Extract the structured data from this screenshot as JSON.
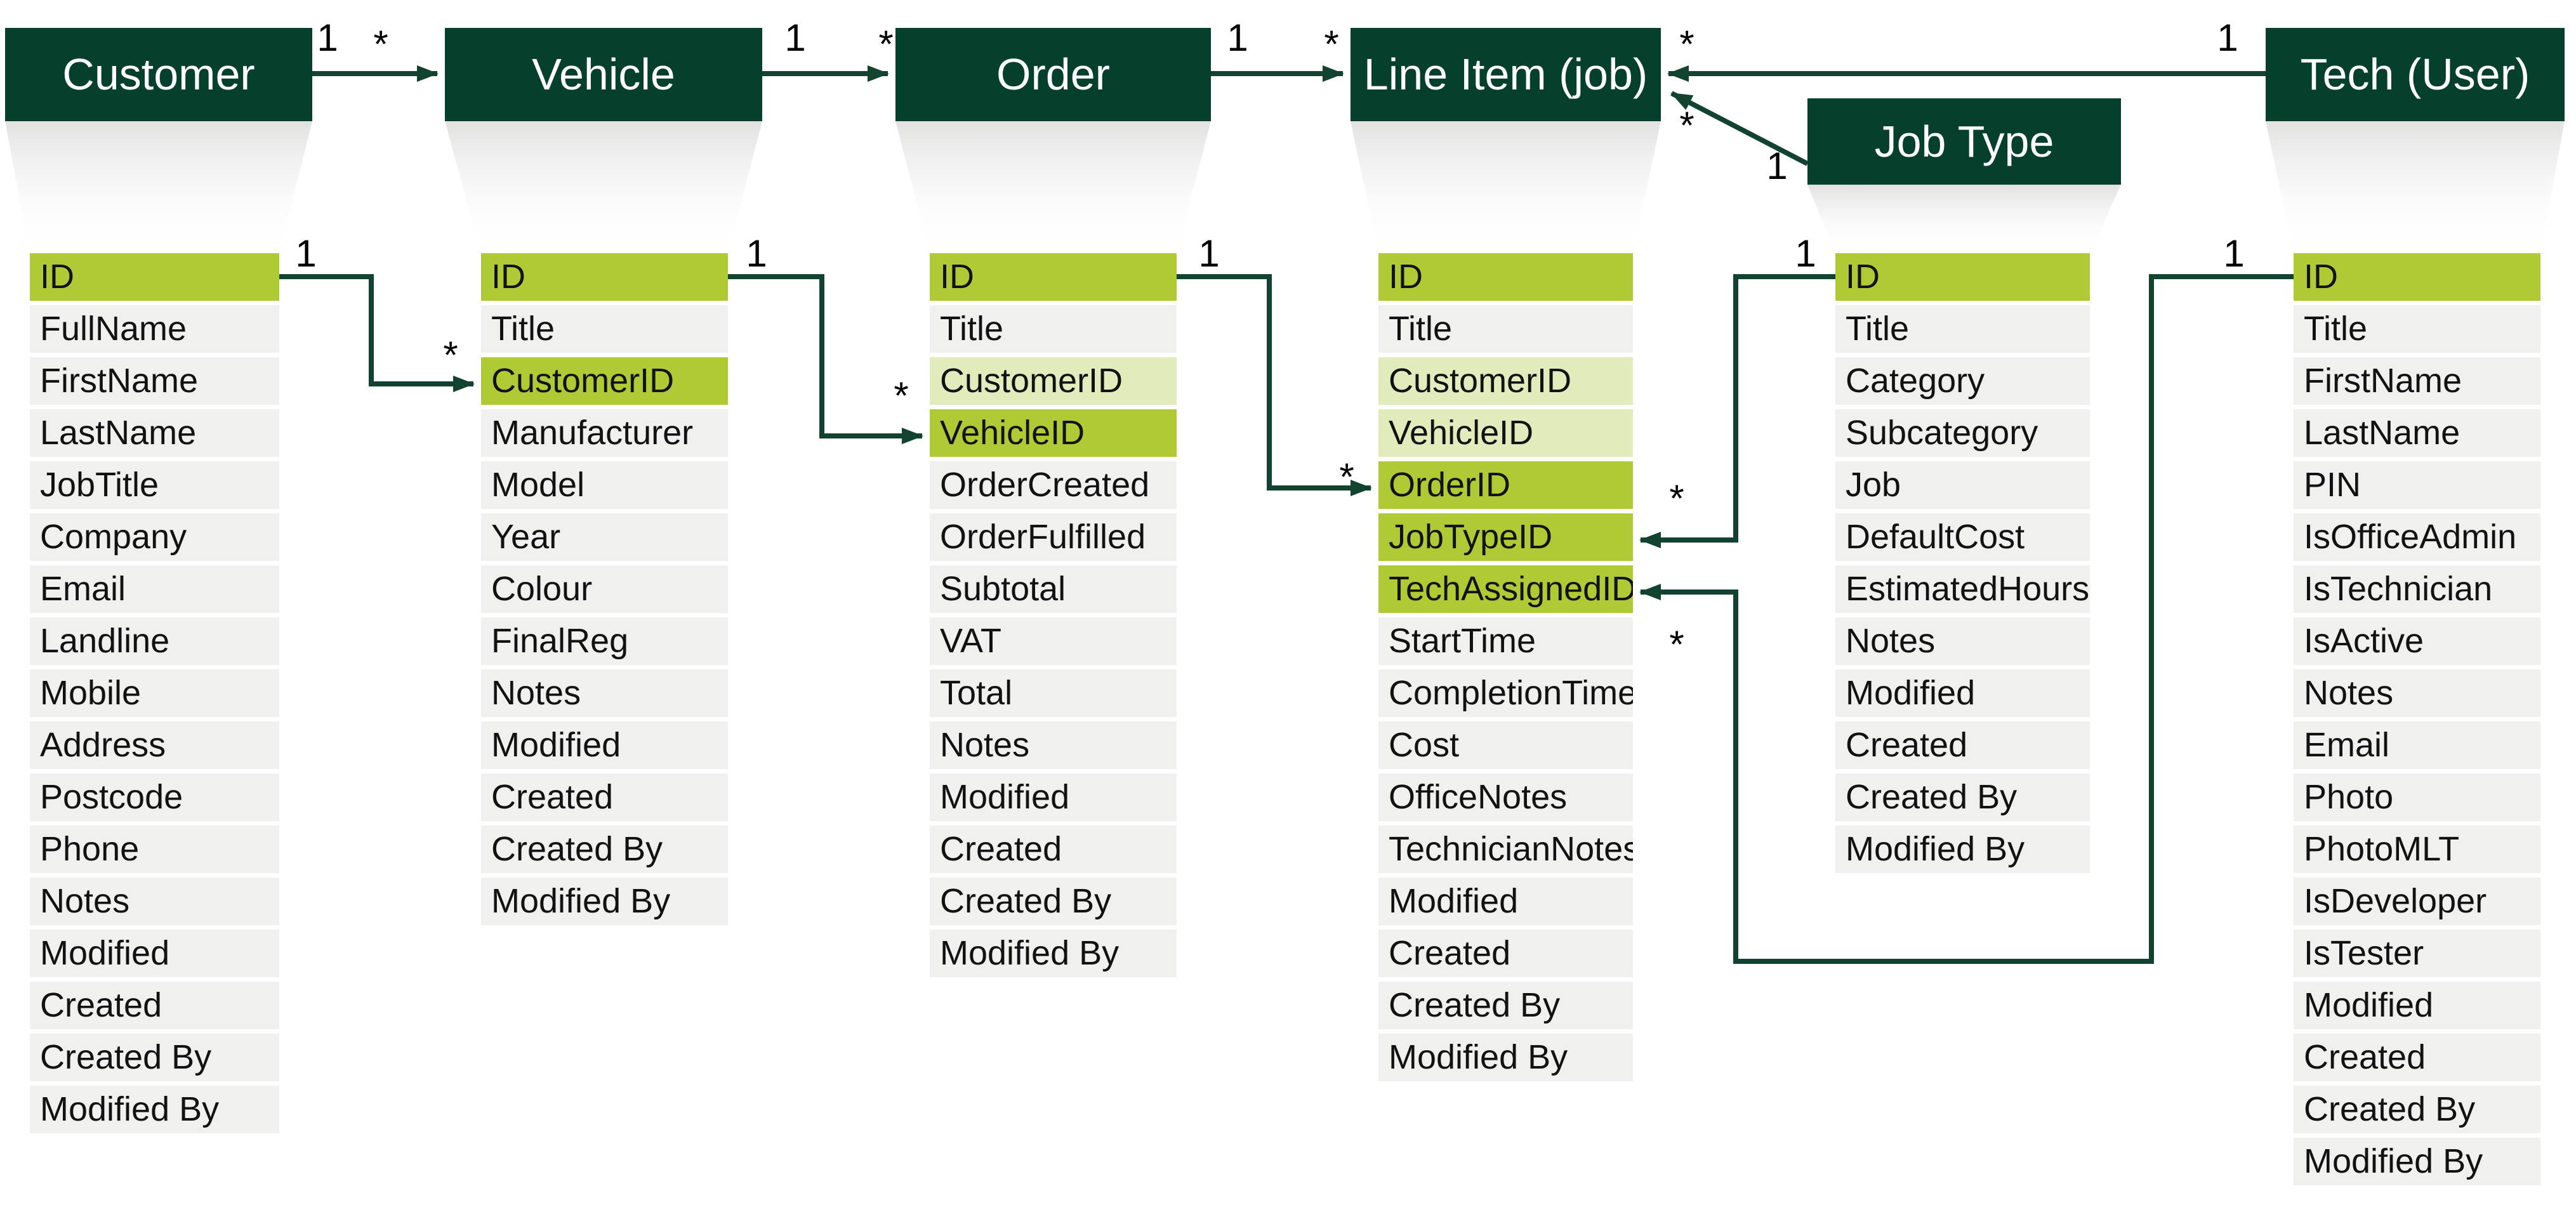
{
  "colors": {
    "header_green": "#05402d",
    "key_green": "#aecb35",
    "ref_green": "#e1ecbd",
    "row_gray": "#f0f0ee",
    "line_green": "#11432f",
    "text_dark": "#121212"
  },
  "tables": [
    {
      "name": "Customer",
      "fields": [
        {
          "label": "ID",
          "style": "pk"
        },
        {
          "label": "FullName",
          "style": "normal"
        },
        {
          "label": "FirstName",
          "style": "normal"
        },
        {
          "label": "LastName",
          "style": "normal"
        },
        {
          "label": "JobTitle",
          "style": "normal"
        },
        {
          "label": "Company",
          "style": "normal"
        },
        {
          "label": "Email",
          "style": "normal"
        },
        {
          "label": "Landline",
          "style": "normal"
        },
        {
          "label": "Mobile",
          "style": "normal"
        },
        {
          "label": "Address",
          "style": "normal"
        },
        {
          "label": "Postcode",
          "style": "normal"
        },
        {
          "label": "Phone",
          "style": "normal"
        },
        {
          "label": "Notes",
          "style": "normal"
        },
        {
          "label": "Modified",
          "style": "normal"
        },
        {
          "label": "Created",
          "style": "normal"
        },
        {
          "label": "Created By",
          "style": "normal"
        },
        {
          "label": "Modified By",
          "style": "normal"
        }
      ]
    },
    {
      "name": "Vehicle",
      "fields": [
        {
          "label": "ID",
          "style": "pk"
        },
        {
          "label": "Title",
          "style": "normal"
        },
        {
          "label": "CustomerID",
          "style": "fk"
        },
        {
          "label": "Manufacturer",
          "style": "normal"
        },
        {
          "label": "Model",
          "style": "normal"
        },
        {
          "label": "Year",
          "style": "normal"
        },
        {
          "label": "Colour",
          "style": "normal"
        },
        {
          "label": "FinalReg",
          "style": "normal"
        },
        {
          "label": "Notes",
          "style": "normal"
        },
        {
          "label": "Modified",
          "style": "normal"
        },
        {
          "label": "Created",
          "style": "normal"
        },
        {
          "label": "Created By",
          "style": "normal"
        },
        {
          "label": "Modified By",
          "style": "normal"
        }
      ]
    },
    {
      "name": "Order",
      "fields": [
        {
          "label": "ID",
          "style": "pk"
        },
        {
          "label": "Title",
          "style": "normal"
        },
        {
          "label": "CustomerID",
          "style": "fkpale"
        },
        {
          "label": "VehicleID",
          "style": "fk"
        },
        {
          "label": "OrderCreated",
          "style": "normal"
        },
        {
          "label": "OrderFulfilled",
          "style": "normal"
        },
        {
          "label": "Subtotal",
          "style": "normal"
        },
        {
          "label": "VAT",
          "style": "normal"
        },
        {
          "label": "Total",
          "style": "normal"
        },
        {
          "label": "Notes",
          "style": "normal"
        },
        {
          "label": "Modified",
          "style": "normal"
        },
        {
          "label": "Created",
          "style": "normal"
        },
        {
          "label": "Created By",
          "style": "normal"
        },
        {
          "label": "Modified By",
          "style": "normal"
        }
      ]
    },
    {
      "name": "Line Item (job)",
      "fields": [
        {
          "label": "ID",
          "style": "pk"
        },
        {
          "label": "Title",
          "style": "normal"
        },
        {
          "label": "CustomerID",
          "style": "fkpale"
        },
        {
          "label": "VehicleID",
          "style": "fkpale"
        },
        {
          "label": "OrderID",
          "style": "fk"
        },
        {
          "label": "JobTypeID",
          "style": "fk"
        },
        {
          "label": "TechAssignedID",
          "style": "fk"
        },
        {
          "label": "StartTime",
          "style": "normal"
        },
        {
          "label": "CompletionTime",
          "style": "normal"
        },
        {
          "label": "Cost",
          "style": "normal"
        },
        {
          "label": "OfficeNotes",
          "style": "normal"
        },
        {
          "label": "TechnicianNotes",
          "style": "normal"
        },
        {
          "label": "Modified",
          "style": "normal"
        },
        {
          "label": "Created",
          "style": "normal"
        },
        {
          "label": "Created By",
          "style": "normal"
        },
        {
          "label": "Modified By",
          "style": "normal"
        }
      ]
    },
    {
      "name": "Job Type",
      "fields": [
        {
          "label": "ID",
          "style": "pk"
        },
        {
          "label": "Title",
          "style": "normal"
        },
        {
          "label": "Category",
          "style": "normal"
        },
        {
          "label": "Subcategory",
          "style": "normal"
        },
        {
          "label": "Job",
          "style": "normal"
        },
        {
          "label": "DefaultCost",
          "style": "normal"
        },
        {
          "label": "EstimatedHours",
          "style": "normal"
        },
        {
          "label": "Notes",
          "style": "normal"
        },
        {
          "label": "Modified",
          "style": "normal"
        },
        {
          "label": "Created",
          "style": "normal"
        },
        {
          "label": "Created By",
          "style": "normal"
        },
        {
          "label": "Modified By",
          "style": "normal"
        }
      ]
    },
    {
      "name": "Tech (User)",
      "fields": [
        {
          "label": "ID",
          "style": "pk"
        },
        {
          "label": "Title",
          "style": "normal"
        },
        {
          "label": "FirstName",
          "style": "normal"
        },
        {
          "label": "LastName",
          "style": "normal"
        },
        {
          "label": "PIN",
          "style": "normal"
        },
        {
          "label": "IsOfficeAdmin",
          "style": "normal"
        },
        {
          "label": "IsTechnician",
          "style": "normal"
        },
        {
          "label": "IsActive",
          "style": "normal"
        },
        {
          "label": "Notes",
          "style": "normal"
        },
        {
          "label": "Email",
          "style": "normal"
        },
        {
          "label": "Photo",
          "style": "normal"
        },
        {
          "label": "PhotoMLT",
          "style": "normal"
        },
        {
          "label": "IsDeveloper",
          "style": "normal"
        },
        {
          "label": "IsTester",
          "style": "normal"
        },
        {
          "label": "Modified",
          "style": "normal"
        },
        {
          "label": "Created",
          "style": "normal"
        },
        {
          "label": "Created By",
          "style": "normal"
        },
        {
          "label": "Modified By",
          "style": "normal"
        }
      ]
    }
  ],
  "relationships": [
    {
      "from": "Customer",
      "to": "Vehicle",
      "from_card": "1",
      "to_card": "*",
      "level": "table"
    },
    {
      "from": "Vehicle",
      "to": "Order",
      "from_card": "1",
      "to_card": "*",
      "level": "table"
    },
    {
      "from": "Order",
      "to": "Line Item (job)",
      "from_card": "1",
      "to_card": "*",
      "level": "table"
    },
    {
      "from": "Tech (User)",
      "to": "Line Item (job)",
      "from_card": "1",
      "to_card": "*",
      "level": "table"
    },
    {
      "from": "Job Type",
      "to": "Line Item (job)",
      "from_card": "1",
      "to_card": "*",
      "level": "table"
    },
    {
      "from": "Customer.ID",
      "to": "Vehicle.CustomerID",
      "from_card": "1",
      "to_card": "*",
      "level": "field"
    },
    {
      "from": "Vehicle.ID",
      "to": "Order.VehicleID",
      "from_card": "1",
      "to_card": "*",
      "level": "field"
    },
    {
      "from": "Order.ID",
      "to": "Line Item (job).OrderID",
      "from_card": "1",
      "to_card": "*",
      "level": "field"
    },
    {
      "from": "Job Type.ID",
      "to": "Line Item (job).JobTypeID",
      "from_card": "1",
      "to_card": "*",
      "level": "field"
    },
    {
      "from": "Tech (User).ID",
      "to": "Line Item (job).TechAssignedID",
      "from_card": "1",
      "to_card": "*",
      "level": "field"
    }
  ]
}
